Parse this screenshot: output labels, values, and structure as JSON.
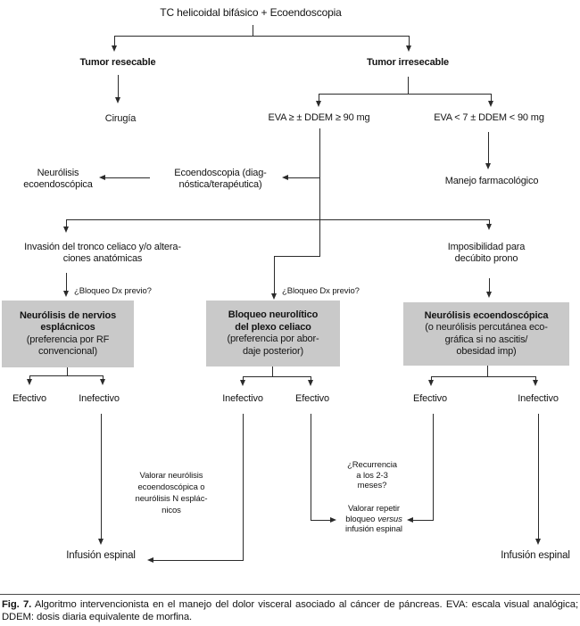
{
  "colors": {
    "box_fill": "#c9c9c9",
    "line": "#2b2b2b",
    "text": "#141414"
  },
  "nodes": {
    "title": "TC helicoidal bifásico + Ecoendoscopia",
    "tumor_resecable": "Tumor resecable",
    "tumor_irresecable": "Tumor irresecable",
    "cirugia": "Cirugía",
    "eva_alta": "EVA ≥ ± DDEM ≥ 90 mg",
    "eva_baja": "EVA < 7 ± DDEM < 90 mg",
    "neurolisis_eco": {
      "line1": "Neurólisis",
      "line2": "ecoendoscópica"
    },
    "ecoendoscopia": {
      "line1": "Ecoendoscopia (diag-",
      "line2": "nóstica/terapéutica)"
    },
    "manejo_farmacologico": "Manejo farmacológico",
    "invasion": {
      "line1": "Invasión del tronco celiaco y/o altera-",
      "line2": "ciones anatómicas"
    },
    "imposibilidad": {
      "line1": "Imposibilidad para",
      "line2": "decúbito prono"
    },
    "bloqueo_dx_izq": "¿Bloqueo Dx previo?",
    "bloqueo_dx_centro": "¿Bloqueo Dx previo?",
    "caja_esplacnicos": {
      "bold1": "Neurólisis de nervios",
      "bold2": "esplácnicos",
      "line3": "(preferencia por RF",
      "line4": "convencional)"
    },
    "caja_plexo": {
      "bold1": "Bloqueo neurolítico",
      "bold2": "del plexo celiaco",
      "line3": "(preferencia por abor-",
      "line4": "daje posterior)"
    },
    "caja_eco": {
      "bold1": "Neurólisis ecoendoscópica",
      "line2": "(o neurólisis percutánea eco-",
      "line3": "gráfica si no ascitis/",
      "line4": "obesidad imp)"
    },
    "outcomes": {
      "efectivo1": "Efectivo",
      "inefectivo1": "Inefectivo",
      "inefectivo2": "Inefectivo",
      "efectivo2": "Efectivo",
      "efectivo3": "Efectivo",
      "inefectivo3": "Inefectivo"
    },
    "valorar_neurolisis": {
      "line1": "Valorar neurólisis",
      "line2": "ecoendoscópica o",
      "line3": "neurólisis N esplác-",
      "line4": "nicos"
    },
    "recurrencia": {
      "line1": "¿Recurrencia",
      "line2": "a los 2-3",
      "line3": "meses?"
    },
    "valorar_repetir": {
      "line1": "Valorar repetir",
      "line2_pre": "bloqueo",
      "line2_italic": "versus",
      "line3": "infusión espinal"
    },
    "infusion_izq": "Infusión espinal",
    "infusion_der": "Infusión espinal"
  },
  "caption": {
    "fig": "Fig. 7.",
    "text": " Algoritmo intervencionista en el manejo del dolor visceral asociado al cáncer de páncreas. EVA: escala visual analógica; DDEM: dosis diaria equivalente de morfina."
  }
}
